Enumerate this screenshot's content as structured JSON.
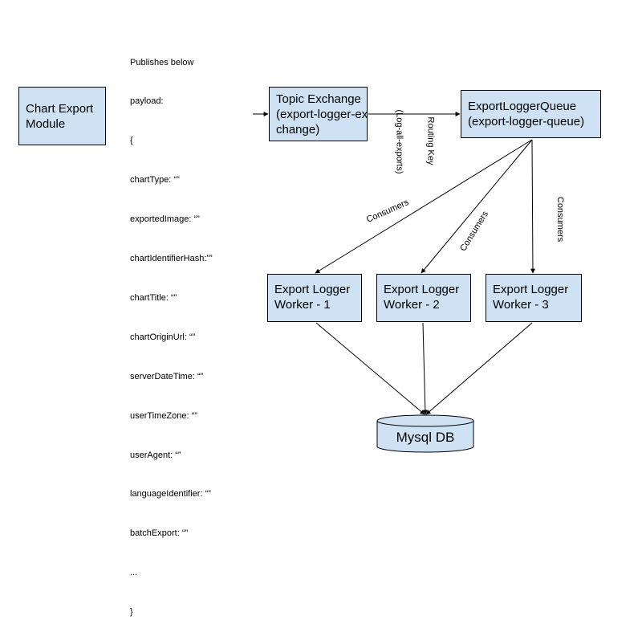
{
  "nodes": {
    "chart_export_module": [
      "Chart Export",
      "Module"
    ],
    "topic_exchange": [
      "Topic Exchange",
      "(export-logger-ex",
      "change)"
    ],
    "export_logger_queue": [
      "ExportLoggerQueue",
      "(export-logger-queue)"
    ],
    "worker_1": [
      "Export Logger",
      "Worker - 1"
    ],
    "worker_2": [
      "Export Logger",
      "Worker - 2"
    ],
    "worker_3": [
      "Export Logger",
      "Worker - 3"
    ],
    "database": "Mysql DB"
  },
  "payload_note": [
    "Publishes below",
    "payload:",
    "{",
    "chartType: “”",
    "exportedImage: “”",
    "chartIdentifierHash:””",
    "chartTitle: “”",
    "chartOriginUrl: “”",
    "serverDateTime: “”",
    "userTimeZone: “”",
    "userAgent: “”",
    "languageIdentifier: “”",
    "batchExport: “”",
    "...",
    "}"
  ],
  "edge_labels": {
    "routing_key": [
      "Routing Key",
      "(Log-all-exports)"
    ],
    "consumers_1": "Consumers",
    "consumers_2": "Consumers",
    "consumers_3": "Consumers"
  },
  "colors": {
    "box_fill": "#cfe2f3",
    "stroke": "#000000"
  }
}
